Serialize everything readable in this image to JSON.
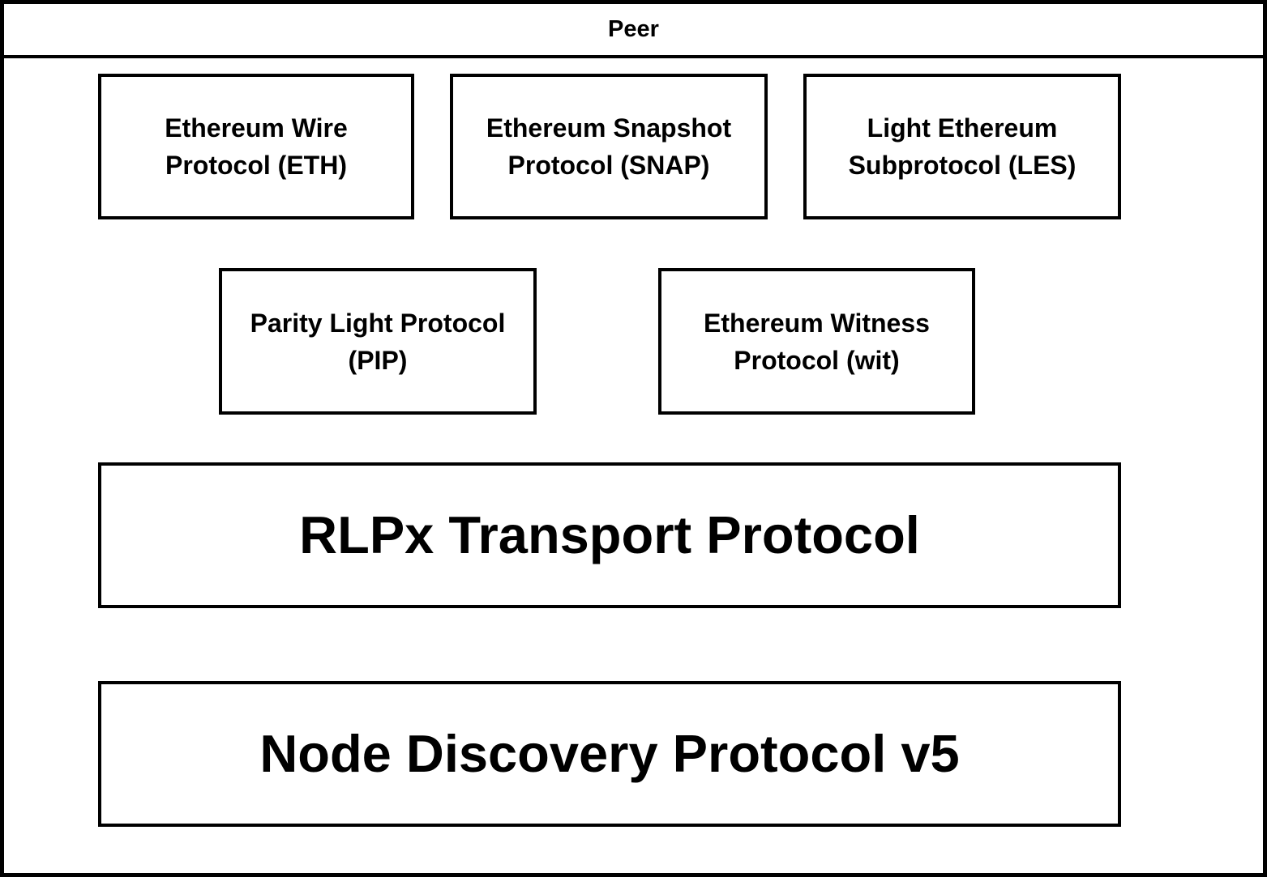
{
  "diagram": {
    "title": "Peer",
    "colors": {
      "border": "#000000",
      "background": "#ffffff",
      "text": "#000000"
    },
    "subprotocols": [
      {
        "name": "ethereum-wire-protocol",
        "line1": "Ethereum Wire",
        "line2": "Protocol (ETH)"
      },
      {
        "name": "ethereum-snapshot-protocol",
        "line1": "Ethereum Snapshot",
        "line2": "Protocol (SNAP)"
      },
      {
        "name": "light-ethereum-subprotocol",
        "line1": "Light Ethereum",
        "line2": "Subprotocol (LES)"
      },
      {
        "name": "parity-light-protocol",
        "line1": "Parity Light Protocol",
        "line2": "(PIP)"
      },
      {
        "name": "ethereum-witness-protocol",
        "line1": "Ethereum Witness",
        "line2": "Protocol (wit)"
      }
    ],
    "transport_layer": {
      "label": "RLPx Transport Protocol"
    },
    "discovery_layer": {
      "label": "Node Discovery Protocol v5"
    }
  }
}
